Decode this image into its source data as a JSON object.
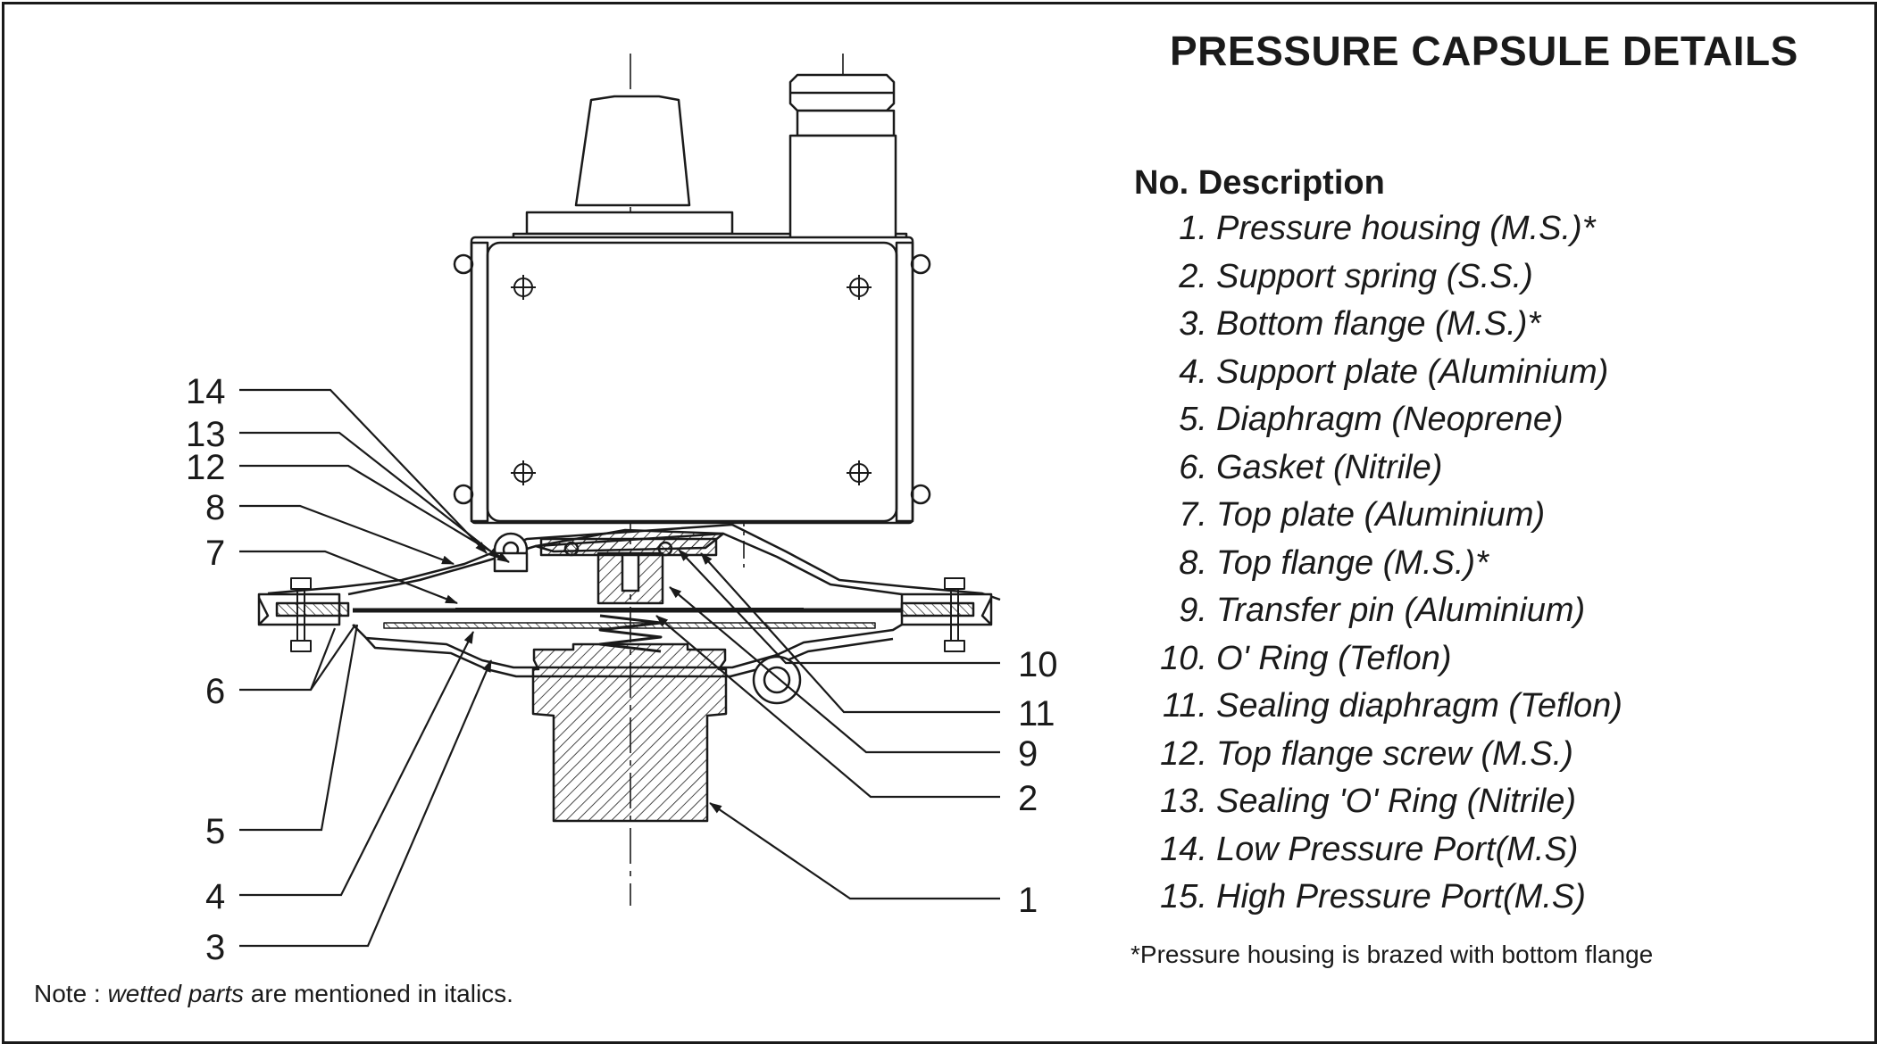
{
  "title": "PRESSURE CAPSULE DETAILS",
  "list_header": {
    "no": "No.",
    "description": "Description"
  },
  "parts": [
    {
      "no": "1.",
      "description": "Pressure housing (M.S.)*"
    },
    {
      "no": "2.",
      "description": "Support spring (S.S.)"
    },
    {
      "no": "3.",
      "description": "Bottom flange (M.S.)*"
    },
    {
      "no": "4.",
      "description": "Support plate (Aluminium)"
    },
    {
      "no": "5.",
      "description": "Diaphragm (Neoprene)"
    },
    {
      "no": "6.",
      "description": "Gasket (Nitrile)"
    },
    {
      "no": "7.",
      "description": "Top plate (Aluminium)"
    },
    {
      "no": "8.",
      "description": "Top flange (M.S.)*"
    },
    {
      "no": "9.",
      "description": "Transfer pin (Aluminium)"
    },
    {
      "no": "10.",
      "description": "O' Ring (Teflon)"
    },
    {
      "no": "11.",
      "description": "Sealing diaphragm (Teflon)"
    },
    {
      "no": "12.",
      "description": "Top flange screw (M.S.)"
    },
    {
      "no": "13.",
      "description": "Sealing 'O' Ring (Nitrile)"
    },
    {
      "no": "14.",
      "description": "Low Pressure Port(M.S)"
    },
    {
      "no": "15.",
      "description": "High Pressure Port(M.S)"
    }
  ],
  "footnote": "*Pressure housing is brazed with bottom flange",
  "note": {
    "prefix": "Note : ",
    "italic": "wetted parts",
    "suffix": " are mentioned in italics."
  },
  "callouts": {
    "left": [
      "14",
      "13",
      "12",
      "8",
      "7",
      "6",
      "5",
      "4",
      "3"
    ],
    "right": [
      "10",
      "11",
      "9",
      "2",
      "1"
    ]
  }
}
